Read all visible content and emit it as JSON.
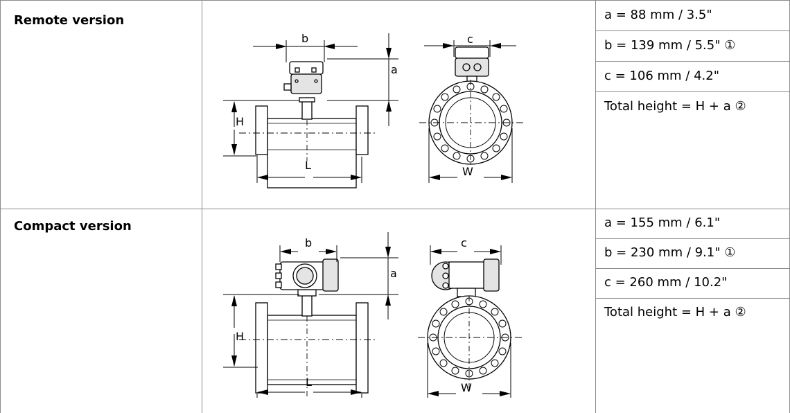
{
  "rows": [
    {
      "label": "Remote version",
      "values": [
        "a = 88 mm / 3.5\"",
        "b = 139 mm / 5.5\" ①",
        "c = 106 mm / 4.2\"",
        "Total height = H + a  ②"
      ],
      "dims": {
        "a": "a",
        "b": "b",
        "c": "c",
        "h": "H",
        "l": "L",
        "w": "W"
      }
    },
    {
      "label": "Compact version",
      "values": [
        "a = 155 mm / 6.1\"",
        "b = 230 mm / 9.1\" ①",
        "c = 260 mm / 10.2\"",
        "Total height = H + a  ②"
      ],
      "dims": {
        "a": "a",
        "b": "b",
        "c": "c",
        "h": "H",
        "l": "L",
        "w": "W"
      }
    }
  ]
}
